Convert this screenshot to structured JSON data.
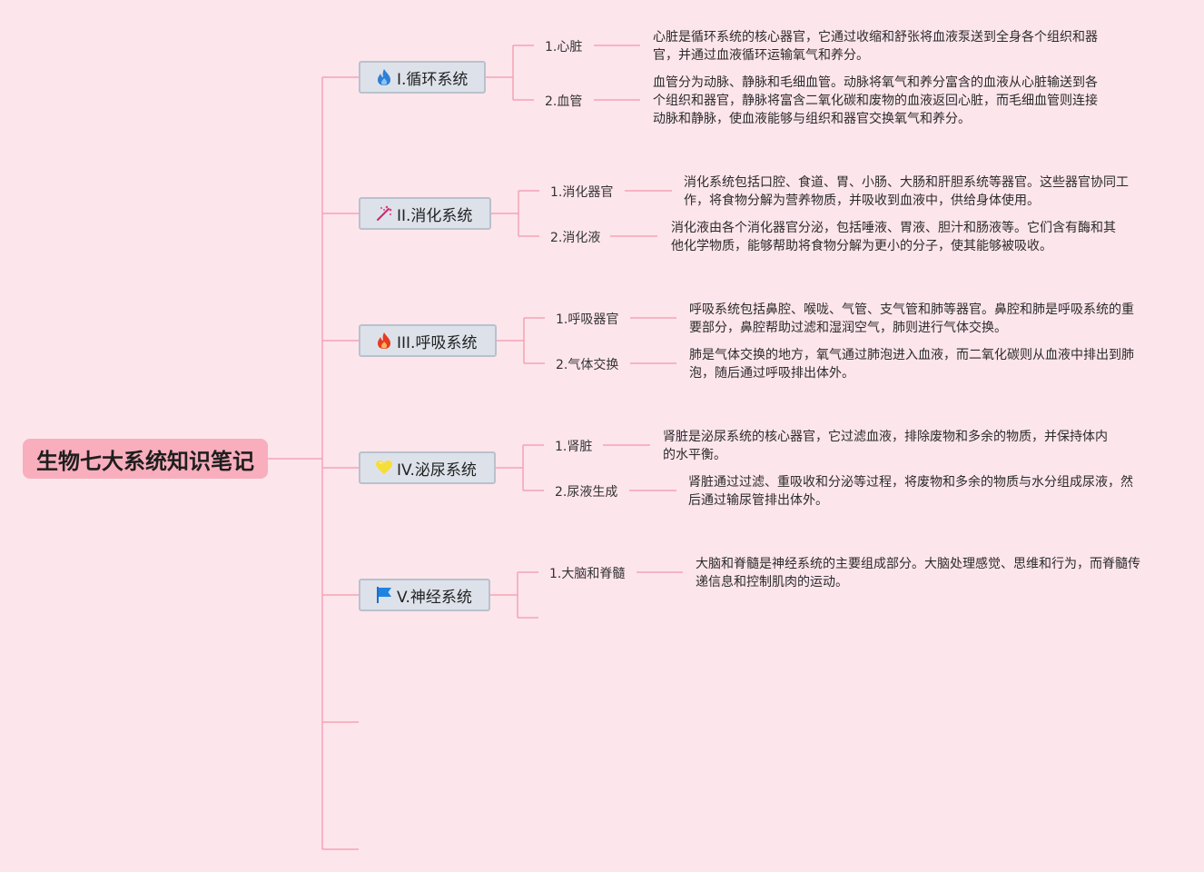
{
  "root": {
    "title": "生物七大系统知识笔记"
  },
  "colors": {
    "background": "#fde5ec",
    "root_fill": "#f8aebd",
    "topic_fill": "#dde2ea",
    "line": "#f3a3b5"
  },
  "topics": [
    {
      "label": "I.循环系统",
      "icon": "fire-blue-icon",
      "items": [
        {
          "label": "1.心脏",
          "desc": "心脏是循环系统的核心器官，它通过收缩和舒张将血液泵送到全身各个组织和器官，并通过血液循环运输氧气和养分。"
        },
        {
          "label": "2.血管",
          "desc": "血管分为动脉、静脉和毛细血管。动脉将氧气和养分富含的血液从心脏输送到各个组织和器官，静脉将富含二氧化碳和废物的血液返回心脏，而毛细血管则连接动脉和静脉，使血液能够与组织和器官交换氧气和养分。"
        }
      ]
    },
    {
      "label": "II.消化系统",
      "icon": "sparkle-icon",
      "items": [
        {
          "label": "1.消化器官",
          "desc": "消化系统包括口腔、食道、胃、小肠、大肠和肝胆系统等器官。这些器官协同工作，将食物分解为营养物质，并吸收到血液中，供给身体使用。"
        },
        {
          "label": "2.消化液",
          "desc": "消化液由各个消化器官分泌，包括唾液、胃液、胆汁和肠液等。它们含有酶和其他化学物质，能够帮助将食物分解为更小的分子，使其能够被吸收。"
        }
      ]
    },
    {
      "label": "III.呼吸系统",
      "icon": "fire-red-icon",
      "items": [
        {
          "label": "1.呼吸器官",
          "desc": "呼吸系统包括鼻腔、喉咙、气管、支气管和肺等器官。鼻腔和肺是呼吸系统的重要部分，鼻腔帮助过滤和湿润空气，肺则进行气体交换。"
        },
        {
          "label": "2.气体交换",
          "desc": "肺是气体交换的地方，氧气通过肺泡进入血液，而二氧化碳则从血液中排出到肺泡，随后通过呼吸排出体外。"
        }
      ]
    },
    {
      "label": "IV.泌尿系统",
      "icon": "heart-yellow-icon",
      "items": [
        {
          "label": "1.肾脏",
          "desc": "肾脏是泌尿系统的核心器官，它过滤血液，排除废物和多余的物质，并保持体内的水平衡。"
        },
        {
          "label": "2.尿液生成",
          "desc": "肾脏通过过滤、重吸收和分泌等过程，将废物和多余的物质与水分组成尿液，然后通过输尿管排出体外。"
        }
      ]
    },
    {
      "label": "V.神经系统",
      "icon": "flag-blue-icon",
      "items": [
        {
          "label": "1.大脑和脊髓",
          "desc": "大脑和脊髓是神经系统的主要组成部分。大脑处理感觉、思维和行为，而脊髓传递信息和控制肌肉的运动。"
        }
      ]
    }
  ]
}
